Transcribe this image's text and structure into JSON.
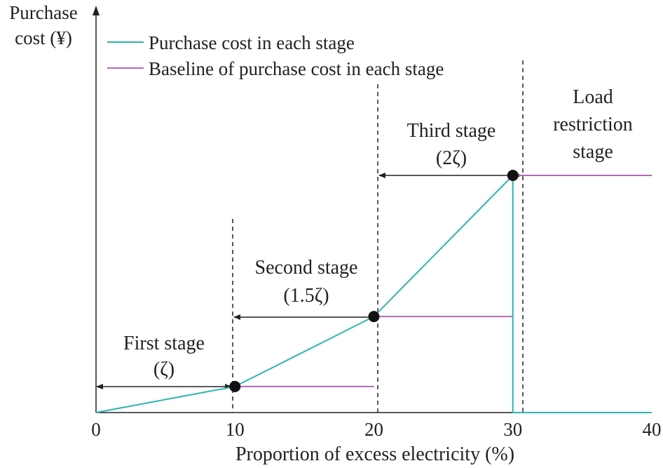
{
  "colors": {
    "purchase": "#2ab5b0",
    "baseline": "#b36ab6",
    "ink": "#222222"
  },
  "y_axis_label_line1": "Purchase",
  "y_axis_label_line2": "cost (¥)",
  "x_axis_label": "Proportion of excess electricity (%)",
  "legend": [
    {
      "label": "Purchase cost in each stage",
      "color_key": "purchase"
    },
    {
      "label": "Baseline of purchase cost in each stage",
      "color_key": "baseline"
    }
  ],
  "stages": [
    {
      "name": "First stage",
      "rate": "(ζ)"
    },
    {
      "name": "Second stage",
      "rate": "(1.5ζ)"
    },
    {
      "name": "Third stage",
      "rate": "(2ζ)"
    },
    {
      "name_lines": [
        "Load",
        "restriction",
        "stage"
      ]
    }
  ],
  "chart_data": {
    "type": "line",
    "xlim": [
      0,
      40
    ],
    "x_ticks": [
      "0",
      "10",
      "20",
      "30",
      "40"
    ],
    "stage_boundaries": [
      10,
      20,
      30
    ],
    "series": [
      {
        "name": "Purchase cost in each stage",
        "color_key": "purchase",
        "x": [
          0,
          10,
          20,
          30,
          30,
          40
        ],
        "y": [
          0,
          0.11,
          0.405,
          1.0,
          0,
          0
        ]
      },
      {
        "name": "Baseline of purchase cost in each stage",
        "color_key": "baseline",
        "segments": [
          {
            "x": [
              10,
              20
            ],
            "y": [
              0.11,
              0.11
            ]
          },
          {
            "x": [
              20,
              30
            ],
            "y": [
              0.405,
              0.405
            ]
          },
          {
            "x": [
              30,
              40
            ],
            "y": [
              1.0,
              1.0
            ]
          }
        ]
      }
    ],
    "markers": [
      {
        "x": 10,
        "y": 0.11
      },
      {
        "x": 20,
        "y": 0.405
      },
      {
        "x": 30,
        "y": 1.0
      }
    ]
  }
}
